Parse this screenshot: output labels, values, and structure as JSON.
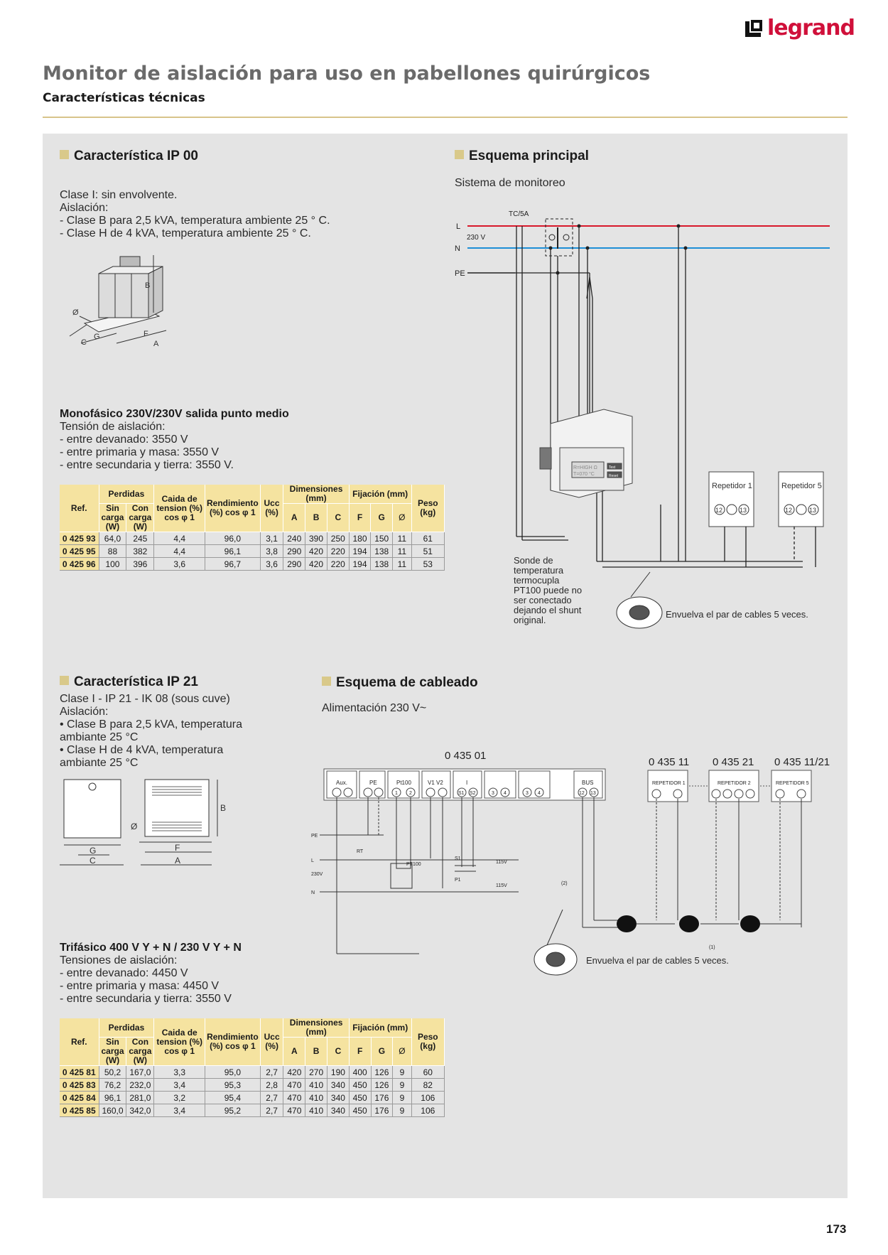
{
  "brand": {
    "name": "legrand"
  },
  "header": {
    "title": "Monitor de aislación para uso en pabellones quirúrgicos",
    "subtitle": "Características técnicas"
  },
  "ip00": {
    "title": "Característica IP 00",
    "text": "Clase I: sin envolvente.\nAislación:\n- Clase B para 2,5 kVA, temperatura ambiente 25 ° C.\n- Clase H de 4 kVA, temperatura ambiente 25 ° C.",
    "dims": {
      "b": "B",
      "phi": "Ø",
      "c": "C",
      "g": "G",
      "f": "F",
      "a": "A"
    },
    "mono_title": "Monofásico 230V/230V salida punto medio",
    "mono_text": "Tensión de aislación:\n- entre devanado: 3550 V\n- entre primaria y masa: 3550 V\n- entre secundaria y tierra: 3550 V."
  },
  "table_headers": {
    "ref": "Ref.",
    "perdidas": "Perdidas",
    "sin_carga": "Sin carga (W)",
    "con_carga": "Con carga (W)",
    "caida": "Caida de tension (%) cos φ 1",
    "rendimiento": "Rendimiento (%) cos φ 1",
    "ucc": "Ucc (%)",
    "dimensiones": "Dimensiones (mm)",
    "fijacion": "Fijación (mm)",
    "peso": "Peso (kg)",
    "a": "A",
    "b": "B",
    "c": "C",
    "f": "F",
    "g": "G",
    "phi": "Ø"
  },
  "table1": [
    [
      "0 425 93",
      "64,0",
      "245",
      "4,4",
      "96,0",
      "3,1",
      "240",
      "390",
      "250",
      "180",
      "150",
      "11",
      "61"
    ],
    [
      "0 425 95",
      "88",
      "382",
      "4,4",
      "96,1",
      "3,8",
      "290",
      "420",
      "220",
      "194",
      "138",
      "11",
      "51"
    ],
    [
      "0 425 96",
      "100",
      "396",
      "3,6",
      "96,7",
      "3,6",
      "290",
      "420",
      "220",
      "194",
      "138",
      "11",
      "53"
    ]
  ],
  "esquema_principal": {
    "title": "Esquema principal",
    "subtitle": "Sistema de monitoreo",
    "l": "L",
    "n": "N",
    "pe": "PE",
    "tc": "TC/5A",
    "v230": "230 V",
    "screen1": "R=HIGH Ω",
    "screen2": "T=070 °C",
    "btn1": "Test",
    "btn2": "Reset",
    "rep1": "Repetidor 1",
    "rep5": "Repetidor 5",
    "t12": "12",
    "t13": "13",
    "note": "Sonde de\ntemperatura\ntermocupla\nPT100 puede no\nser conectado\ndejando el shunt\noriginal.",
    "wrap": "Envuelva el par de cables 5 veces."
  },
  "ip21": {
    "title": "Característica IP 21",
    "text": "Clase I - IP 21 - IK 08 (sous cuve)\nAislación:\n• Clase B para 2,5 kVA, temperatura\nambiante 25 °C\n• Clase H de 4 kVA, temperatura\nambiante 25 °C",
    "dims": {
      "b": "B",
      "phi": "Ø",
      "c": "C",
      "g": "G",
      "f": "F",
      "a": "A"
    },
    "tri_title": "Trifásico 400 V Y + N / 230 V Y + N",
    "tri_text": "Tensiones de aislación:\n- entre devanado: 4450 V\n- entre primaria y masa: 4450 V\n- entre secundaria y tierra: 3550 V"
  },
  "table2": [
    [
      "0 425 81",
      "50,2",
      "167,0",
      "3,3",
      "95,0",
      "2,7",
      "420",
      "270",
      "190",
      "400",
      "126",
      "9",
      "60"
    ],
    [
      "0 425 83",
      "76,2",
      "232,0",
      "3,4",
      "95,3",
      "2,8",
      "470",
      "410",
      "340",
      "450",
      "126",
      "9",
      "82"
    ],
    [
      "0 425 84",
      "96,1",
      "281,0",
      "3,2",
      "95,4",
      "2,7",
      "470",
      "410",
      "340",
      "450",
      "176",
      "9",
      "106"
    ],
    [
      "0 425 85",
      "160,0",
      "342,0",
      "3,4",
      "95,2",
      "2,7",
      "470",
      "410",
      "340",
      "450",
      "176",
      "9",
      "106"
    ]
  ],
  "cableado": {
    "title": "Esquema de cableado",
    "subtitle": "Alimentación 230 V~",
    "ref_main": "0 435 01",
    "ref_r1": "0 435 11",
    "ref_r2": "0 435 21",
    "ref_r3": "0 435 11/21",
    "blocks": [
      "Aux.",
      "PE",
      "Pt100",
      "V1  V2",
      "I",
      "",
      "",
      "BUS"
    ],
    "terms": [
      "1",
      "2",
      "S1",
      "S2",
      "3",
      "4",
      "3",
      "4",
      "12",
      "13"
    ],
    "rep_labels": [
      "REPETIDOR 1",
      "REPETIDOR 2",
      "REPETIDOR 5"
    ],
    "pe": "PE",
    "l": "L",
    "v230": "230V",
    "n": "N",
    "pt100": "PT100",
    "rt": "RT",
    "s1": "S1",
    "p1": "P1",
    "v115a": "115V",
    "v115b": "115V",
    "note2": "(2)",
    "note1": "(1)",
    "wrap": "Envuelva el par de cables 5 veces."
  },
  "page_number": "173"
}
